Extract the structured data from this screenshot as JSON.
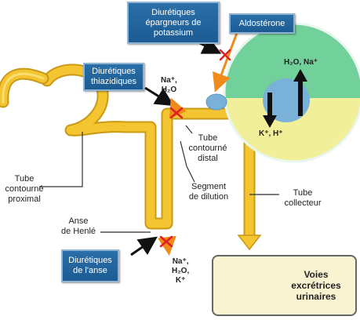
{
  "boxes": {
    "potassium_sparing": "Diurétiques épargneurs de potassium",
    "aldosterone": "Aldostérone",
    "thiazide": "Diurétiques thiazidiques",
    "loop": "Diurétiques de l'anse"
  },
  "ions": {
    "thiazide_site": [
      "Na⁺,",
      "H₂O"
    ],
    "loop_site": [
      "Na⁺,",
      "H₂O,",
      "K⁺"
    ],
    "cell_up": "H₂O, Na⁺",
    "cell_down": "K⁺, H⁺"
  },
  "labels": {
    "proximal": [
      "Tube",
      "contourné",
      "proximal"
    ],
    "henle": [
      "Anse",
      "de Henlé"
    ],
    "distal": [
      "Tube",
      "contourné",
      "distal"
    ],
    "dilution": [
      "Segment",
      "de dilution"
    ],
    "collector": [
      "Tube",
      "collecteur"
    ]
  },
  "legend": {
    "text": [
      "Voies",
      "excrétrices",
      "urinaires"
    ]
  },
  "colors": {
    "tubule": "#f4c531",
    "box": "#1f5f96",
    "inhibitor_arrow": "#f08a1a",
    "cross": "#e02020",
    "cell_green": "#72d09a",
    "cell_yellow": "#f2ef9a",
    "nucleus": "#7ab1d8",
    "kidney": "#8b1a12"
  }
}
